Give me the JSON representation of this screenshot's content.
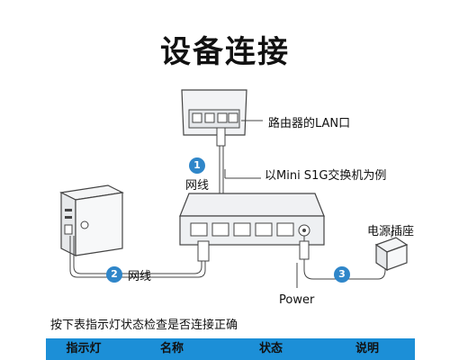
{
  "title": "设备连接",
  "labels": {
    "router_lan": "路由器的LAN口",
    "model_example": "以Mini S1G交换机为例",
    "cable_1": "网线",
    "cable_2": "网线",
    "power_outlet": "电源插座",
    "power": "Power"
  },
  "badges": [
    "1",
    "2",
    "3"
  ],
  "instruction": "按下表指示灯状态检查是否连接正确",
  "table": {
    "headers": [
      "指示灯",
      "名称",
      "状态",
      "说明"
    ]
  },
  "colors": {
    "accent": "#2f86c9",
    "table_header": "#1c8fd7",
    "line": "#555555",
    "device": "#eef0f2"
  }
}
